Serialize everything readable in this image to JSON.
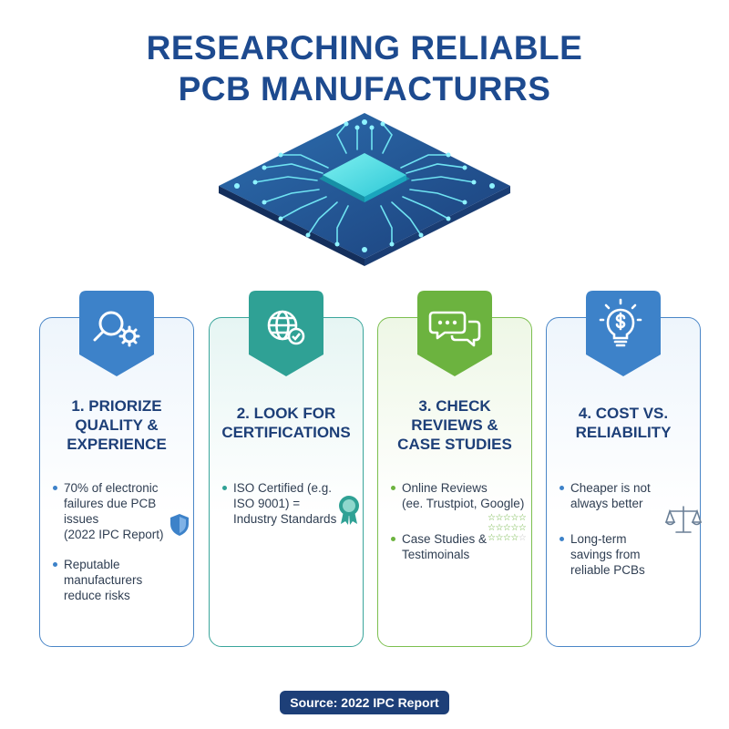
{
  "header": {
    "title_line1": "RESEARCHING RELIABLE",
    "title_line2": "PCB MANUFACTURRS"
  },
  "hero": {
    "icon": "pcb-chip-illustration"
  },
  "colors": {
    "title": "#1d4a8f",
    "blue_accent": "#3d82c9",
    "teal_accent": "#2fa195",
    "green_accent": "#6cb33f",
    "source_bg": "#1d3f78"
  },
  "cards": [
    {
      "icon": "magnifier-gear-icon",
      "title": [
        "1. PRIORIZE",
        "QUALITY &",
        "EXPERIENCE"
      ],
      "bullets": [
        [
          "70% of electronic",
          "failures due PCB issues",
          "(2022 IPC Report)"
        ],
        [
          "Reputable",
          "manufacturers",
          "reduce risks"
        ]
      ],
      "decoration": "shield-icon"
    },
    {
      "icon": "globe-check-icon",
      "title": [
        "2. LOOK FOR",
        "CERTIFICATIONS"
      ],
      "bullets": [
        [
          "ISO Certified (e.g.",
          "ISO 9001) =",
          "Industry Standards"
        ]
      ],
      "decoration": "ribbon-award-icon"
    },
    {
      "icon": "chat-bubbles-icon",
      "title": [
        "3. CHECK",
        "REVIEWS &",
        "CASE STUDIES"
      ],
      "bullets": [
        [
          "Online Reviews",
          "(ee. Trustpiot, Google)"
        ],
        [
          "Case Studies &",
          "Testimoinals"
        ]
      ],
      "decoration": "star-rating-icon",
      "ratings": [
        5,
        5,
        4
      ]
    },
    {
      "icon": "lightbulb-dollar-icon",
      "title": [
        "4. COST VS.",
        "RELIABILITY"
      ],
      "bullets": [
        [
          "Cheaper is not",
          "always better"
        ],
        [
          "Long-term",
          "savings from",
          "reliable PCBs"
        ]
      ],
      "decoration": "balance-scale-icon"
    }
  ],
  "footer": {
    "source": "Source: 2022 IPC Report"
  }
}
